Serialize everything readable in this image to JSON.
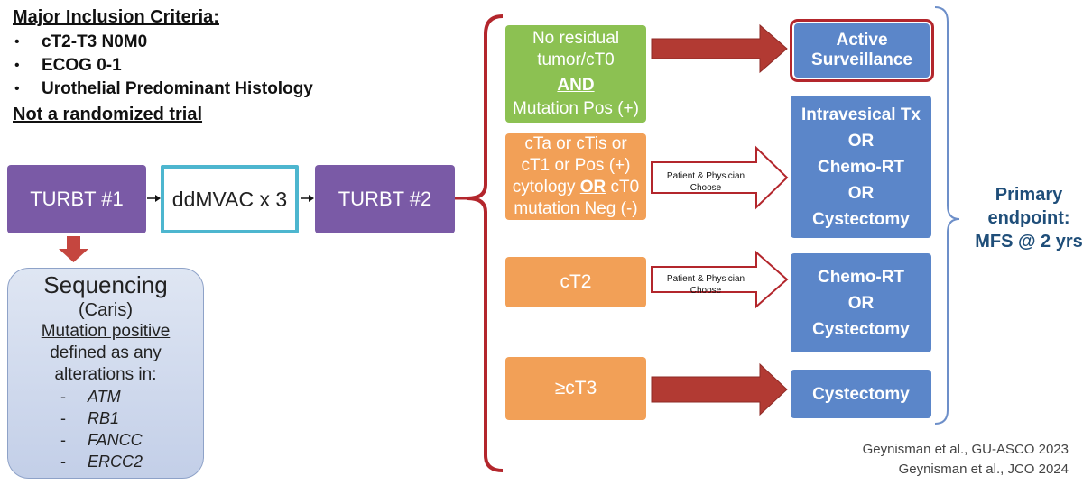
{
  "criteria": {
    "title": "Major Inclusion Criteria:",
    "items": [
      "cT2-T3 N0M0",
      "ECOG 0-1",
      "Urothelial Predominant Histology"
    ],
    "note": "Not a randomized trial"
  },
  "flow": {
    "turbt1": "TURBT #1",
    "ddmvac": "ddMVAC x 3",
    "turbt2": "TURBT #2"
  },
  "sequencing": {
    "title": "Sequencing",
    "subtitle": "(Caris)",
    "line1": "Mutation positive",
    "line2": "defined as any",
    "line3": "alterations in:",
    "genes": [
      "ATM",
      "RB1",
      "FANCC",
      "ERCC2"
    ]
  },
  "outcomes": {
    "green": {
      "line1": "No residual",
      "line2": "tumor/cT0",
      "and": "AND",
      "line3": "Mutation Pos (+)"
    },
    "orange1": {
      "line1": "cTa or cTis or",
      "line2": "cT1 or Pos (+)",
      "line3a": "cytology ",
      "line3b": "OR",
      "line3c": " cT0",
      "line4": "mutation Neg (-)"
    },
    "orange2": "cT2",
    "orange3": "≥cT3"
  },
  "choose_label": {
    "line1": "Patient & Physician",
    "line2": "Choose"
  },
  "treatments": {
    "t1": {
      "line1": "Active",
      "line2": "Surveillance"
    },
    "t2": {
      "line1": "Intravesical Tx",
      "line2": "OR",
      "line3": "Chemo-RT",
      "line4": "OR",
      "line5": "Cystectomy"
    },
    "t3": {
      "line1": "Chemo-RT",
      "line2": "OR",
      "line3": "Cystectomy"
    },
    "t4": "Cystectomy"
  },
  "endpoint": {
    "line1": "Primary",
    "line2": "endpoint:",
    "line3": "MFS @ 2 yrs"
  },
  "citations": [
    "Geynisman et al., GU-ASCO 2023",
    "Geynisman et al., JCO 2024"
  ],
  "colors": {
    "purple": "#7a5aa6",
    "teal": "#4db6cf",
    "green": "#8cc152",
    "orange": "#f2a057",
    "blue": "#5b86c9",
    "red": "#b3262c",
    "navy": "#1f4e79"
  }
}
